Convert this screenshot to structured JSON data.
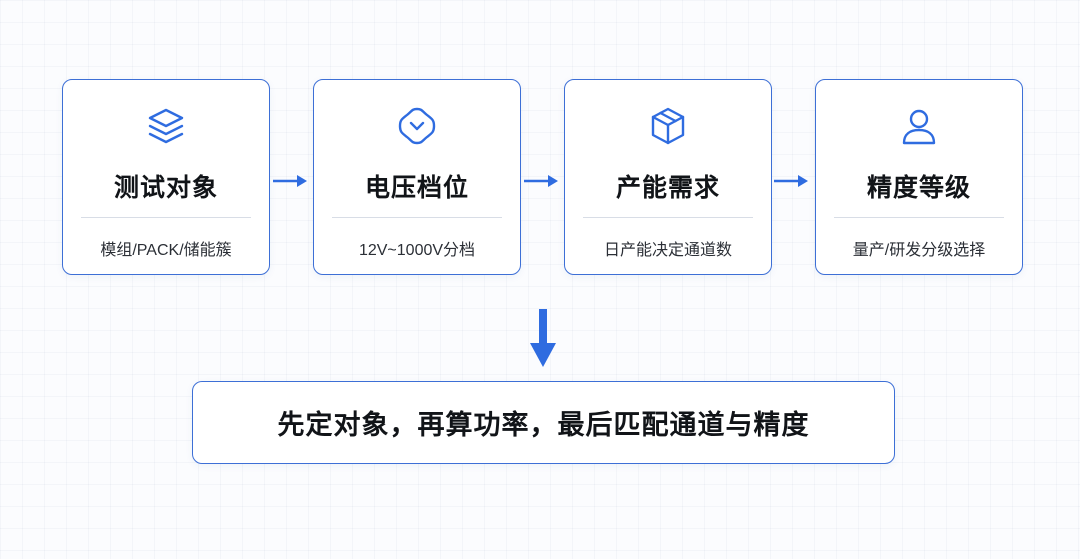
{
  "colors": {
    "accent": "#2f6ce0",
    "border": "#3d6fd6",
    "text": "#111418",
    "divider": "#d8dde6"
  },
  "steps": [
    {
      "icon": "layers-icon",
      "title": "测试对象",
      "desc": "模组/PACK/储能簇"
    },
    {
      "icon": "chevron-down-circle-icon",
      "title": "电压档位",
      "desc": "12V~1000V分档"
    },
    {
      "icon": "box-icon",
      "title": "产能需求",
      "desc": "日产能决定通道数"
    },
    {
      "icon": "user-icon",
      "title": "精度等级",
      "desc": "量产/研发分级选择"
    }
  ],
  "summary": {
    "text": "先定对象，再算功率，最后匹配通道与精度"
  }
}
